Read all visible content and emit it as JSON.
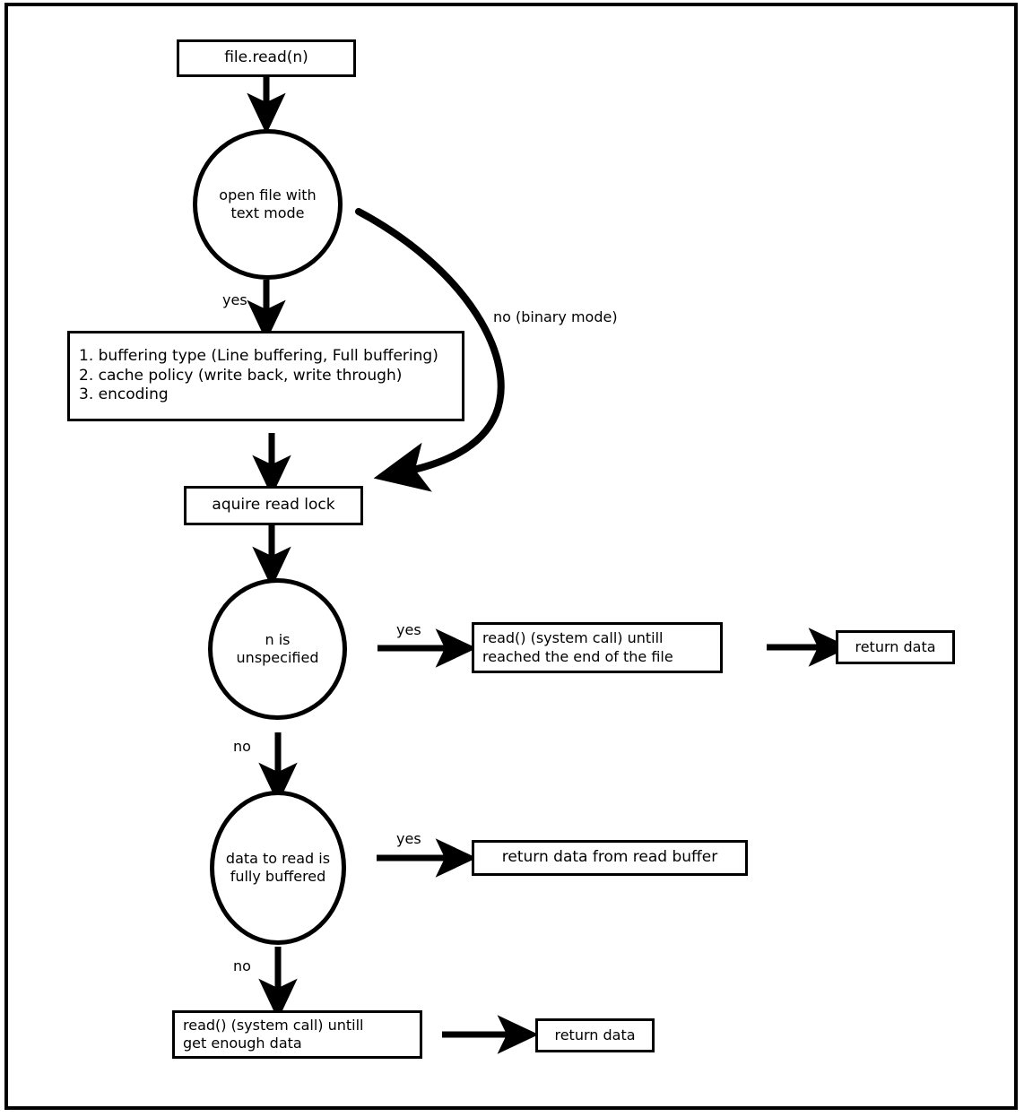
{
  "diagram": {
    "title_present": false,
    "background_color": "#ffffff",
    "stroke_color": "#000000",
    "nodes": [
      {
        "id": "file-read",
        "shape": "box",
        "text": "file.read(n)"
      },
      {
        "id": "open-text-mode",
        "shape": "ellipse",
        "text": "open file with\ntext mode"
      },
      {
        "id": "text-mode-options",
        "shape": "box",
        "text": "1. buffering type (Line buffering, Full buffering)\n2. cache policy (write back, write through)\n3. encoding"
      },
      {
        "id": "acquire-read-lock",
        "shape": "box",
        "text": "aquire read lock"
      },
      {
        "id": "n-is-unspecified",
        "shape": "ellipse",
        "text": "n is\nunspecified"
      },
      {
        "id": "read-until-eof",
        "shape": "box",
        "text": "read() (system call) untill\nreached the end of the file"
      },
      {
        "id": "return-data-eof",
        "shape": "box",
        "text": "return data"
      },
      {
        "id": "fully-buffered",
        "shape": "ellipse",
        "text": "data to read is\nfully buffered"
      },
      {
        "id": "return-from-buffer",
        "shape": "box",
        "text": "return data from read buffer"
      },
      {
        "id": "read-until-enough",
        "shape": "box",
        "text": "read() (system call) untill\nget enough data"
      },
      {
        "id": "return-data-enough",
        "shape": "box",
        "text": "return data"
      }
    ],
    "edge_labels": {
      "text_mode_yes": "yes",
      "binary_mode_no": "no (binary mode)",
      "n_unspecified_yes": "yes",
      "n_unspecified_no": "no",
      "fully_buffered_yes": "yes",
      "fully_buffered_no": "no"
    }
  }
}
